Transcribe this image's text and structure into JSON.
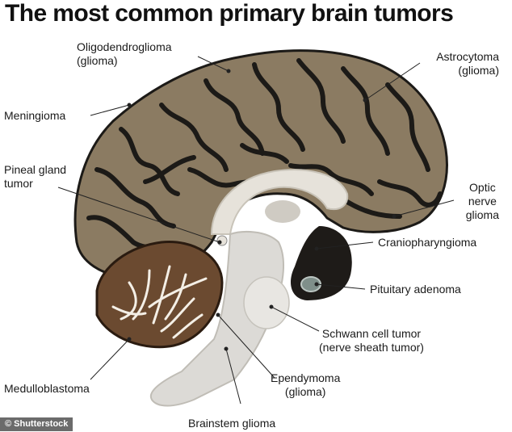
{
  "title": "The most common primary brain tumors",
  "labels": {
    "oligodendroglioma": [
      "Oligodendroglioma",
      "(glioma)"
    ],
    "astrocytoma": [
      "Astrocytoma",
      "(glioma)"
    ],
    "meningioma": [
      "Meningioma"
    ],
    "pineal": [
      "Pineal gland",
      "tumor"
    ],
    "optic": [
      "Optic",
      "nerve",
      "glioma"
    ],
    "craniopharyngioma": [
      "Craniopharyngioma"
    ],
    "pituitary": [
      "Pituitary adenoma"
    ],
    "schwann": [
      "Schwann cell tumor",
      "(nerve sheath tumor)"
    ],
    "ependymoma": [
      "Ependymoma",
      "(glioma)"
    ],
    "medulloblastoma": [
      "Medulloblastoma"
    ],
    "brainstem": [
      "Brainstem glioma"
    ]
  },
  "credit": "© Shutterstock",
  "colors": {
    "cortex": "#8b7b62",
    "sulci": "#1c1a17",
    "cerebellum": "#6b4a30",
    "white_matter": "#e6e2da",
    "brainstem": "#dcdad6"
  }
}
